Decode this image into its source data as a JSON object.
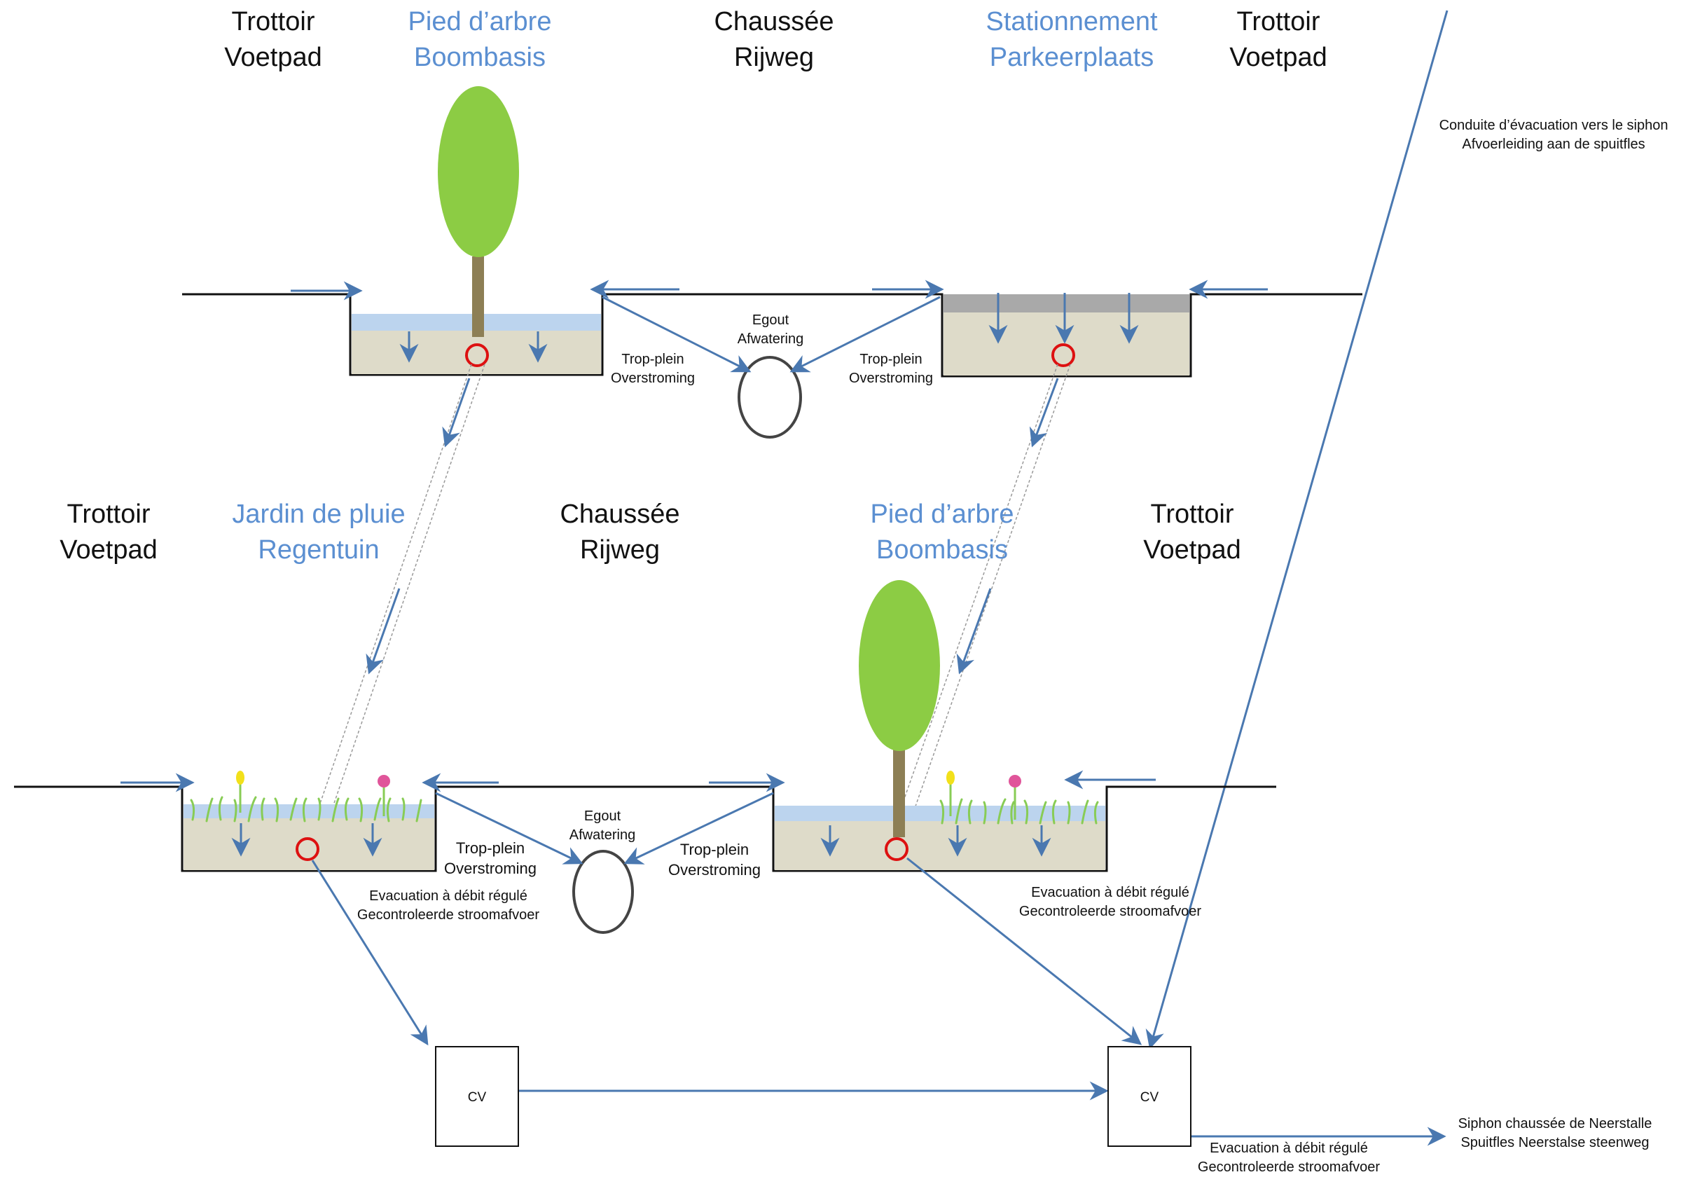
{
  "top": {
    "trottoir_left": {
      "fr": "Trottoir",
      "nl": "Voetpad"
    },
    "pied_arbre": {
      "fr": "Pied d’arbre",
      "nl": "Boombasis"
    },
    "chaussee": {
      "fr": "Chaussée",
      "nl": "Rijweg"
    },
    "stationnement": {
      "fr": "Stationnement",
      "nl": "Parkeerplaats"
    },
    "trottoir_right": {
      "fr": "Trottoir",
      "nl": "Voetpad"
    },
    "egout": {
      "fr": "Egout",
      "nl": "Afwatering"
    },
    "tropplein_left": {
      "fr": "Trop-plein",
      "nl": "Overstroming"
    },
    "tropplein_right": {
      "fr": "Trop-plein",
      "nl": "Overstroming"
    }
  },
  "conduite": {
    "fr": "Conduite d’évacuation vers le siphon",
    "nl": "Afvoerleiding aan de spuitfles"
  },
  "bottom": {
    "trottoir_left": {
      "fr": "Trottoir",
      "nl": "Voetpad"
    },
    "jardin": {
      "fr": "Jardin de pluie",
      "nl": "Regentuin"
    },
    "chaussee": {
      "fr": "Chaussée",
      "nl": "Rijweg"
    },
    "pied_arbre": {
      "fr": "Pied d’arbre",
      "nl": "Boombasis"
    },
    "trottoir_right": {
      "fr": "Trottoir",
      "nl": "Voetpad"
    },
    "egout": {
      "fr": "Egout",
      "nl": "Afwatering"
    },
    "tropplein_left": {
      "fr": "Trop-plein",
      "nl": "Overstroming"
    },
    "tropplein_right": {
      "fr": "Trop-plein",
      "nl": "Overstroming"
    },
    "evac_left": {
      "fr": "Evacuation à débit régulé",
      "nl": "Gecontroleerde stroomafvoer"
    },
    "evac_right": {
      "fr": "Evacuation à débit régulé",
      "nl": "Gecontroleerde stroomafvoer"
    }
  },
  "cv_left": "CV",
  "cv_right": "CV",
  "evac_bottom": {
    "fr": "Evacuation à débit régulé",
    "nl": "Gecontroleerde stroomafvoer"
  },
  "siphon": {
    "fr": "Siphon chaussée de Neerstalle",
    "nl": "Spuitfles Neerstalse steenweg"
  },
  "colors": {
    "flow": "#4a78b0",
    "soil": "#dedbc9",
    "water": "#bcd4ee",
    "tree": "#8ccc44",
    "trunk": "#8d7f55",
    "drain": "#dd1111",
    "pavement": "#a9a9a9",
    "grass": "#88cc55"
  }
}
